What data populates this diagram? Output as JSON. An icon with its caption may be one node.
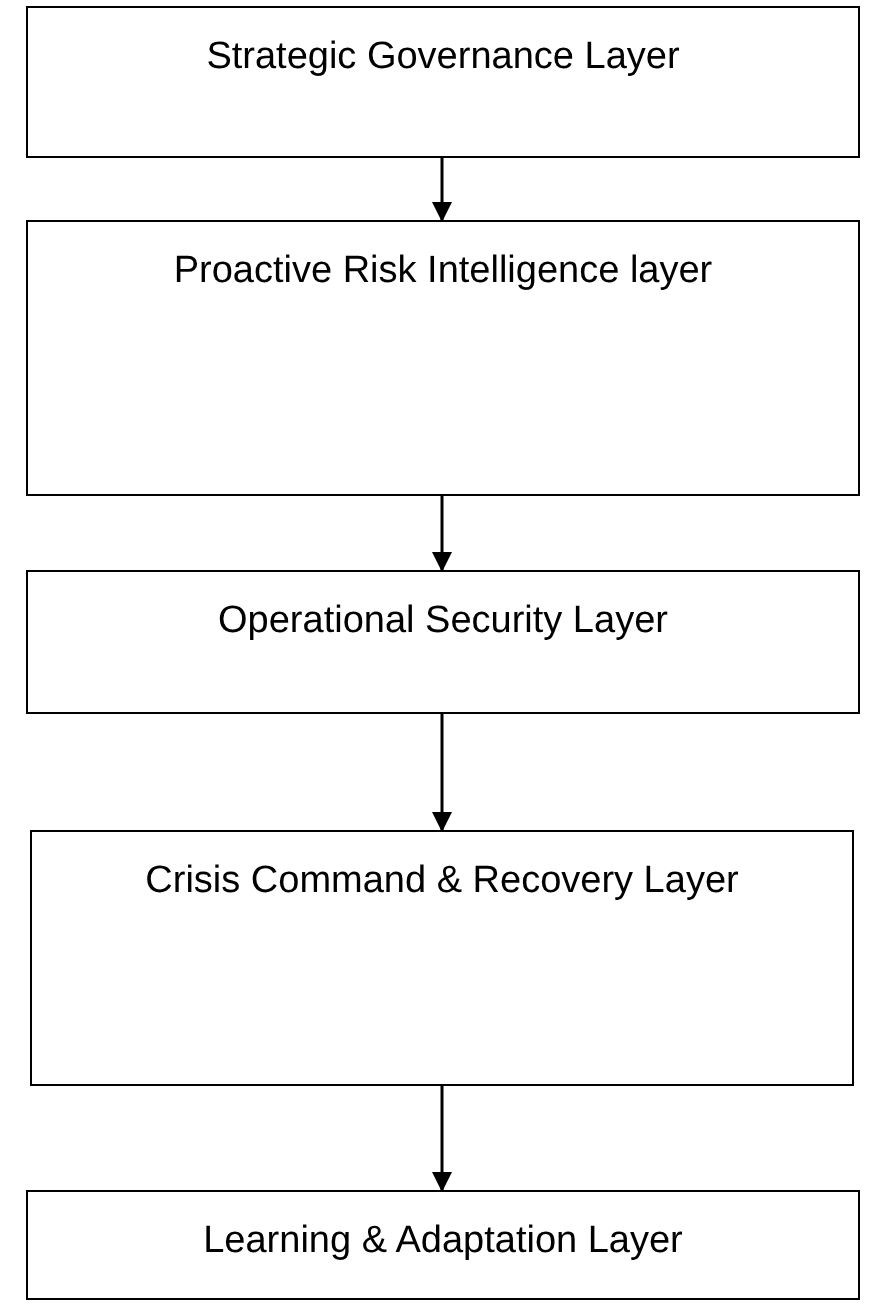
{
  "diagram": {
    "nodes": [
      {
        "text": [
          "Strategic Governance Layer"
        ]
      },
      {
        "text": [
          "Proactive Risk Intelligence layer"
        ]
      },
      {
        "text": [
          "Operational Security Layer"
        ]
      },
      {
        "text": [
          "Crisis Command & Recovery Layer"
        ]
      },
      {
        "text": [
          "Learning & Adaptation Layer"
        ]
      }
    ],
    "edges": [
      {
        "from": 0,
        "to": 1,
        "arrow": "to"
      },
      {
        "from": 1,
        "to": 2,
        "arrow": "to"
      },
      {
        "from": 2,
        "to": 3,
        "arrow": "to"
      },
      {
        "from": 3,
        "to": 4,
        "arrow": "to"
      }
    ]
  }
}
